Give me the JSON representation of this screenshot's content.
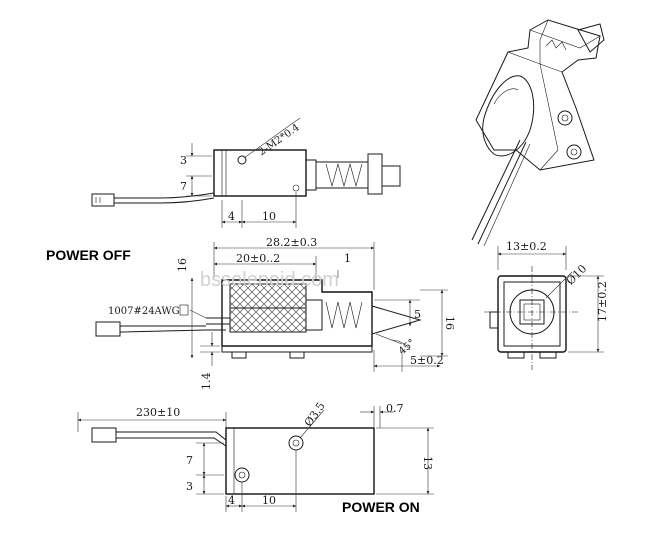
{
  "headings": {
    "power_off": "POWER OFF",
    "power_on": "POWER ON"
  },
  "watermark": "bssolenoid.com",
  "top_view": {
    "thread": "2-M2*0.4",
    "dim_3": "3",
    "dim_7": "7",
    "dim_4": "4",
    "dim_10": "10"
  },
  "side_view": {
    "overall_length": "28.2±0.3",
    "coil_length": "20±0..2",
    "dim_1": "1",
    "dim_16_left": "16",
    "dim_16_right": "16",
    "dim_5": "5",
    "angle": "45°",
    "plunger_offset": "5±0.2",
    "dim_1_4": "1.4",
    "wire_spec": "1007#24AWG"
  },
  "end_view": {
    "width": "13±0.2",
    "diameter": "Ø10",
    "height": "17±0.2"
  },
  "bottom_view": {
    "lead_length": "230±10",
    "hole": "Ø3.5",
    "dim_0_7": "0.7",
    "dim_7": "7",
    "dim_3": "3",
    "dim_13": "13",
    "dim_4": "4",
    "dim_10": "10"
  }
}
